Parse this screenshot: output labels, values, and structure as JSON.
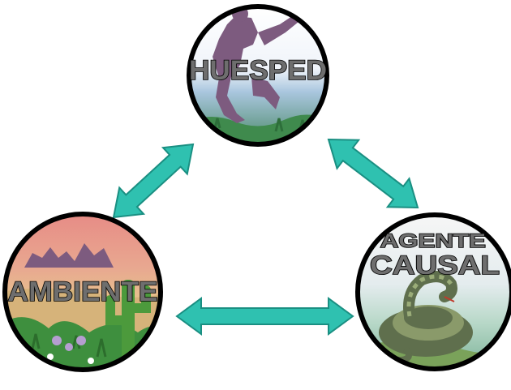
{
  "diagram": {
    "nodes": [
      {
        "id": "huesped",
        "lines": [
          "HUESPED"
        ]
      },
      {
        "id": "agente-causal",
        "lines": [
          "AGENTE",
          "CAUSAL"
        ]
      },
      {
        "id": "ambiente",
        "lines": [
          "AMBIENTE"
        ]
      }
    ],
    "edges": [
      {
        "from": "huesped",
        "to": "ambiente",
        "bidirectional": true
      },
      {
        "from": "huesped",
        "to": "agente-causal",
        "bidirectional": true
      },
      {
        "from": "ambiente",
        "to": "agente-causal",
        "bidirectional": true
      }
    ],
    "colors": {
      "arrow": "#2fc1b0",
      "arrow_edge": "#1a8f82",
      "circle_border": "#000000",
      "label_fill": "#6e6e6e"
    }
  }
}
